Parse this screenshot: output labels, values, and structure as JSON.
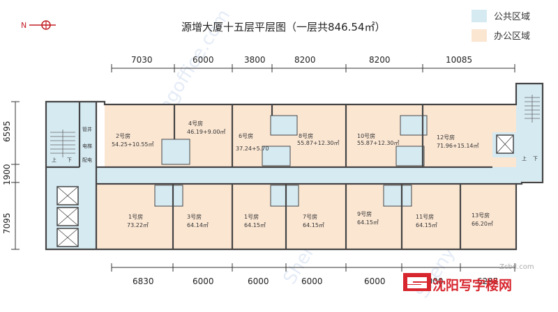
{
  "title": "源增大厦十五层平层图（一层共846.54㎡）",
  "compass_label": "N",
  "legend": [
    {
      "label": "公共区域",
      "color": "#d6eaf2"
    },
    {
      "label": "办公区域",
      "color": "#fbe6d2"
    }
  ],
  "dims_top": [
    "7030",
    "6000",
    "3800",
    "8200",
    "8200",
    "10085"
  ],
  "dims_bottom": [
    "6830",
    "6000",
    "6000",
    "6000",
    "6000",
    "6000",
    "6285"
  ],
  "dims_left": [
    "6595",
    "1900",
    "7095"
  ],
  "rooms": [
    {
      "name": "2号房",
      "area": "54.25+10.55㎡"
    },
    {
      "name": "4号房",
      "area": "46.19+9.00㎡"
    },
    {
      "name": "6号房",
      "area": "37.24+5.70"
    },
    {
      "name": "8号房",
      "area": "55.87+12.30㎡"
    },
    {
      "name": "10号房",
      "area": "55.87+12.30㎡"
    },
    {
      "name": "12号房",
      "area": "71.96+15.14㎡"
    },
    {
      "name": "1号房",
      "area": "73.22㎡"
    },
    {
      "name": "3号房",
      "area": "64.14㎡"
    },
    {
      "name": "1号房",
      "area": "64.15㎡"
    },
    {
      "name": "7号房",
      "area": "64.15㎡"
    },
    {
      "name": "9号房",
      "area": "64.15㎡"
    },
    {
      "name": "11号房",
      "area": "64.15㎡"
    },
    {
      "name": "13号房",
      "area": "66.20㎡"
    }
  ],
  "small_labels": [
    "上",
    "下",
    "上",
    "下",
    "管井",
    "电梯",
    "配电"
  ],
  "watermark": "Shenyangoffice.com",
  "watermark_site": "Zcbd.com",
  "logo_text": "沈阳写字楼网",
  "colors": {
    "wall": "#444444",
    "public": "#d6eaf2",
    "office": "#fbe6d2",
    "logo_red": "#d7262e"
  }
}
